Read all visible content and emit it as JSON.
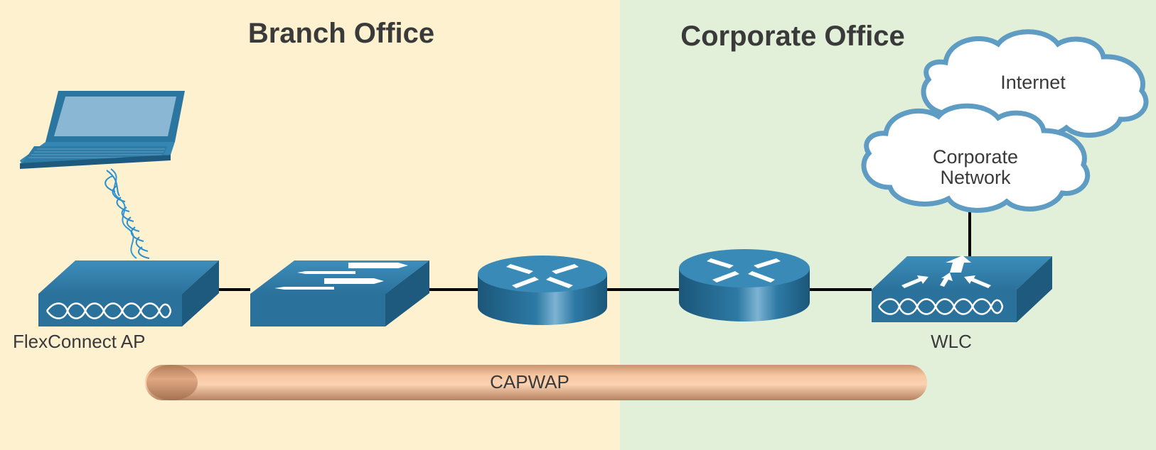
{
  "zones": {
    "branch": {
      "title": "Branch Office",
      "color": "#fdf1cf"
    },
    "corporate": {
      "title": "Corporate Office",
      "color": "#e2efd9"
    }
  },
  "devices": {
    "laptop": {
      "icon": "laptop-icon"
    },
    "flexconnect_ap": {
      "label": "FlexConnect AP",
      "icon": "access-point-icon"
    },
    "branch_switch": {
      "icon": "switch-icon"
    },
    "branch_router": {
      "icon": "router-icon"
    },
    "corporate_router": {
      "icon": "router-icon"
    },
    "wlc": {
      "label": "WLC",
      "icon": "wireless-lan-controller-icon"
    }
  },
  "clouds": {
    "internet": {
      "label": "Internet"
    },
    "corporate_network": {
      "label_line1": "Corporate",
      "label_line2": "Network"
    }
  },
  "tunnel": {
    "label": "CAPWAP",
    "color": "#f2bb94"
  },
  "colors": {
    "device": "#2e7ba5",
    "device_dark": "#1d5a7e",
    "cloud_border": "#5f9cc3",
    "link": "#000000"
  }
}
